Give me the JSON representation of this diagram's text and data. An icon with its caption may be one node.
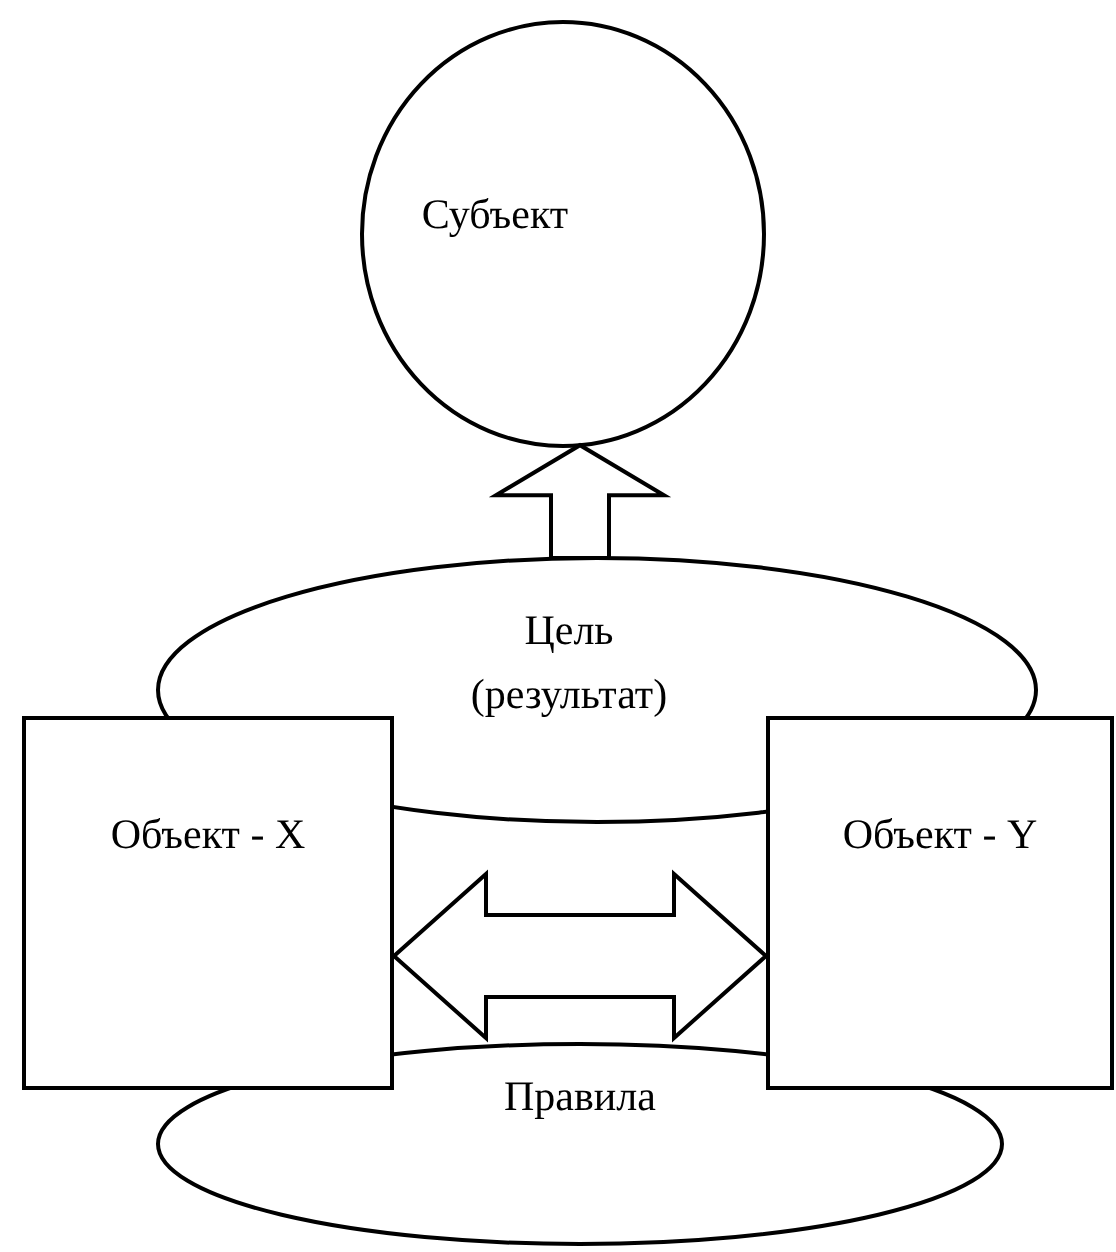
{
  "diagram": {
    "nodes": [
      {
        "text": [
          "Субъект"
        ]
      },
      {
        "text": [
          "Цель (результат)"
        ]
      },
      {
        "text": [
          "Объект - X"
        ]
      },
      {
        "text": [
          "Объект - Y"
        ]
      },
      {
        "text": [
          "Правила"
        ]
      }
    ],
    "edges": [
      {
        "from": 1,
        "to": 0,
        "arrow": "to"
      },
      {
        "from": 2,
        "to": 3,
        "arrow": "both"
      }
    ]
  }
}
